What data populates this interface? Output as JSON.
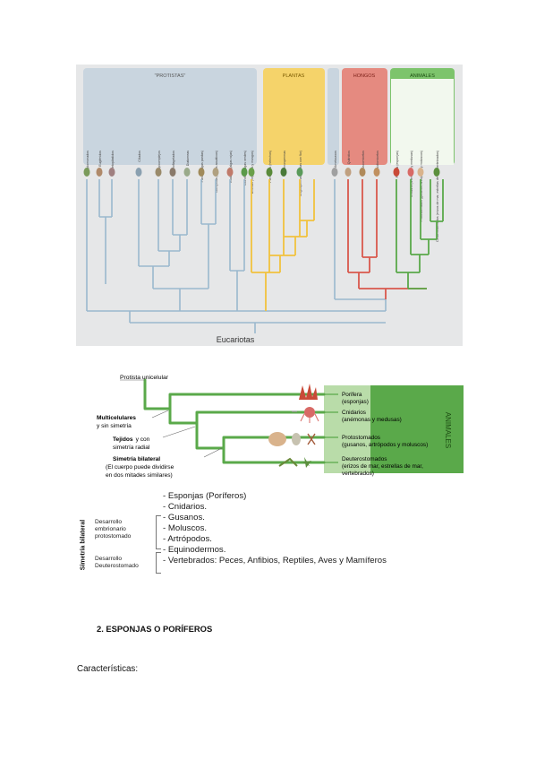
{
  "tree1": {
    "groups": {
      "protistas": "\"PROTISTAS\"",
      "plantas": "PLANTAS",
      "hongos": "HONGOS",
      "animales": "ANIMALES"
    },
    "root": "Eucariotas",
    "taxa": [
      "Diplomonados",
      "Euglénidos",
      "Kinetoplástidos",
      "Ciliados",
      "Apicomplejos",
      "Dinoflagelados",
      "Diatomeas",
      "Pardas (algas pardas)",
      "Oomycota (mohos acuáticos)",
      "Rodofitas (algas rojas)",
      "Clorofitas (algas verdes)",
      "Briofitas (hepáticas y musgos)",
      "Pteridofitas (helechos)",
      "Gimnospermas",
      "Angiospermas (plantas con flor)",
      "Amebozoos",
      "Quitridios",
      "Ascomicetos",
      "Basidiomicetos",
      "Porifera (esponjas)",
      "Cnidaria (anémonas y medusas)",
      "Protostomados (gusanos, artrópodos y moluscos)",
      "Deuterostomados (erizos de mar, estrellas de mar, vertebrados)"
    ]
  },
  "tree2": {
    "start": "Protista unicelular",
    "animales_band": "ANIMALES",
    "nodes": [
      {
        "bold": "Multicelulares",
        "rest": "y sin simetría"
      },
      {
        "bold": "Tejidos",
        "rest": "y con",
        "line2": "simetría radial"
      },
      {
        "bold": "Simetría bilateral",
        "line2": "(El cuerpo puede dividirse",
        "line3": "en dos mitades similares)"
      }
    ],
    "leaves": [
      {
        "name": "Porifera",
        "desc": "(esponjas)"
      },
      {
        "name": "Cnidarios",
        "desc": "(anémonas y medusas)"
      },
      {
        "name": "Protostomados",
        "desc": "(gusanos, artrópodos y moluscos)"
      },
      {
        "name": "Deuterostomados",
        "desc": "(erizos de mar, estrellas de mar,",
        "desc2": "vertebrados)"
      }
    ]
  },
  "classification": {
    "side_label": "Simetría bilateral",
    "group1": [
      "Desarrollo",
      "embrionario",
      "protostomado"
    ],
    "group2": [
      "Desarrollo",
      "Deuterostomado"
    ],
    "items": [
      "- Esponjas (Poríferos)",
      "- Cnidarios.",
      "- Gusanos.",
      "- Moluscos.",
      "- Artrópodos.",
      "- Equinodermos.",
      "- Vertebrados: Peces, Anfibios, Reptiles, Aves y Mamíferos"
    ]
  },
  "section": {
    "heading": "2.   ESPONJAS O PORÍFEROS",
    "subheading": "Características:"
  },
  "colors": {
    "panel_bg": "#e6e7e8",
    "protistas": "#c6d3de",
    "plantas": "#f3c64a",
    "hongos": "#e0574a",
    "animales": "#59b447",
    "blue_line": "#8fb0c8",
    "green_line": "#5aa94a"
  }
}
